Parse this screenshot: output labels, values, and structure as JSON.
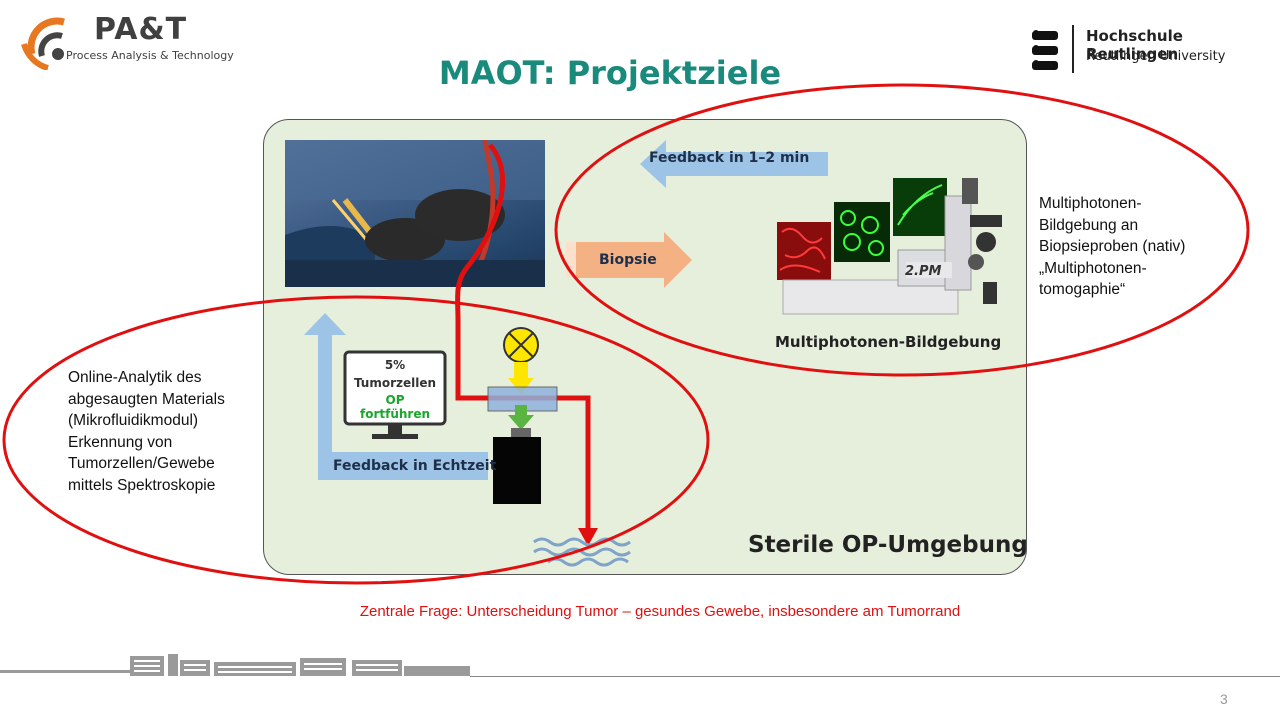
{
  "header": {
    "logo_title": "PA&T",
    "logo_subtitle": "Process Analysis & Technology",
    "university_name": "Hochschule Reutlingen",
    "university_sub": "Reutlingen University"
  },
  "title": "MAOT: Projektziele",
  "diagram": {
    "feedback_top": "Feedback in 1–2 min",
    "biopsy": "Biopsie",
    "imaging_label": "Multiphotonen-Bildgebung",
    "device_label": "2.PM",
    "monitor_percent": "5%",
    "monitor_label": "Tumorzellen",
    "monitor_action": "OP fortführen",
    "feedback_realtime": "Feedback in Echtzeit",
    "environment": "Sterile OP-Umgebung"
  },
  "left_note": [
    "Online-Analytik des",
    "abgesaugten Materials",
    "(Mikrofluidikmodul)",
    "Erkennung von",
    "Tumorzellen/Gewebe",
    "mittels Spektroskopie"
  ],
  "right_note": [
    "Multiphotonen-",
    "Bildgebung an",
    "Biopsieproben (nativ)",
    "„Multiphotonen-",
    "tomogaphie“"
  ],
  "central_question": "Zentrale Frage: Unterscheidung Tumor – gesundes Gewebe, insbesondere am Tumorrand",
  "page_number": "3",
  "colors": {
    "title": "#1a8a7c",
    "accent_red": "#e01010",
    "panel": "#e6efdc",
    "arrow_blue": "#9dc3e6",
    "arrow_orange": "#f4b183"
  }
}
